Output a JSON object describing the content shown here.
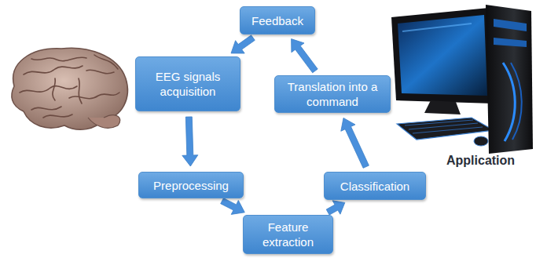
{
  "diagram": {
    "nodes": [
      {
        "text": [
          "Feedback"
        ]
      },
      {
        "text": [
          "EEG signals acquisition"
        ]
      },
      {
        "text": [
          "Translation into a command"
        ]
      },
      {
        "text": [
          "Preprocessing"
        ]
      },
      {
        "text": [
          "Classification"
        ]
      },
      {
        "text": [
          "Feature extraction"
        ]
      }
    ],
    "edges": [
      {
        "from": 0,
        "to": 1,
        "arrow": "to"
      },
      {
        "from": 1,
        "to": 3,
        "arrow": "to"
      },
      {
        "from": 3,
        "to": 5,
        "arrow": "to"
      },
      {
        "from": 5,
        "to": 4,
        "arrow": "to"
      },
      {
        "from": 4,
        "to": 2,
        "arrow": "to"
      },
      {
        "from": 2,
        "to": 0,
        "arrow": "to"
      }
    ],
    "labels": [
      "Application"
    ]
  }
}
